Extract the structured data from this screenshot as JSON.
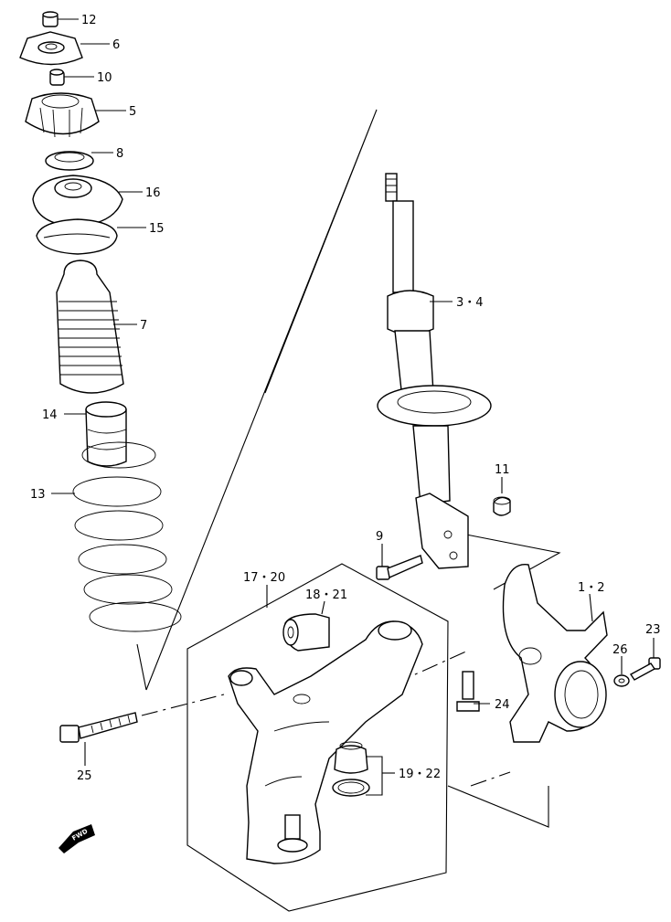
{
  "labels": {
    "p12": "12",
    "p6": "6",
    "p10": "10",
    "p5": "5",
    "p8": "8",
    "p16": "16",
    "p15": "15",
    "p7": "7",
    "p14": "14",
    "p13": "13",
    "p3_4": "3・4",
    "p11": "11",
    "p9": "9",
    "p1_2": "1・2",
    "p17_20": "17・20",
    "p18_21": "18・21",
    "p23": "23",
    "p26": "26",
    "p24": "24",
    "p25": "25",
    "p19_22": "19・22"
  },
  "fwd_marker": "FWD"
}
